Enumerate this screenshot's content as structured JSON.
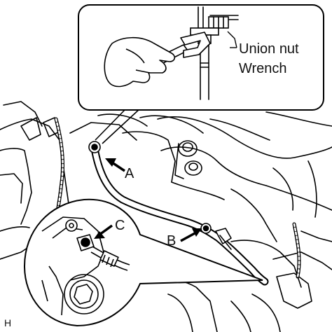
{
  "callout": {
    "union_nut": "Union nut",
    "wrench": "Wrench"
  },
  "labels": {
    "a": "A",
    "b": "B",
    "c": "C",
    "corner": "H"
  }
}
